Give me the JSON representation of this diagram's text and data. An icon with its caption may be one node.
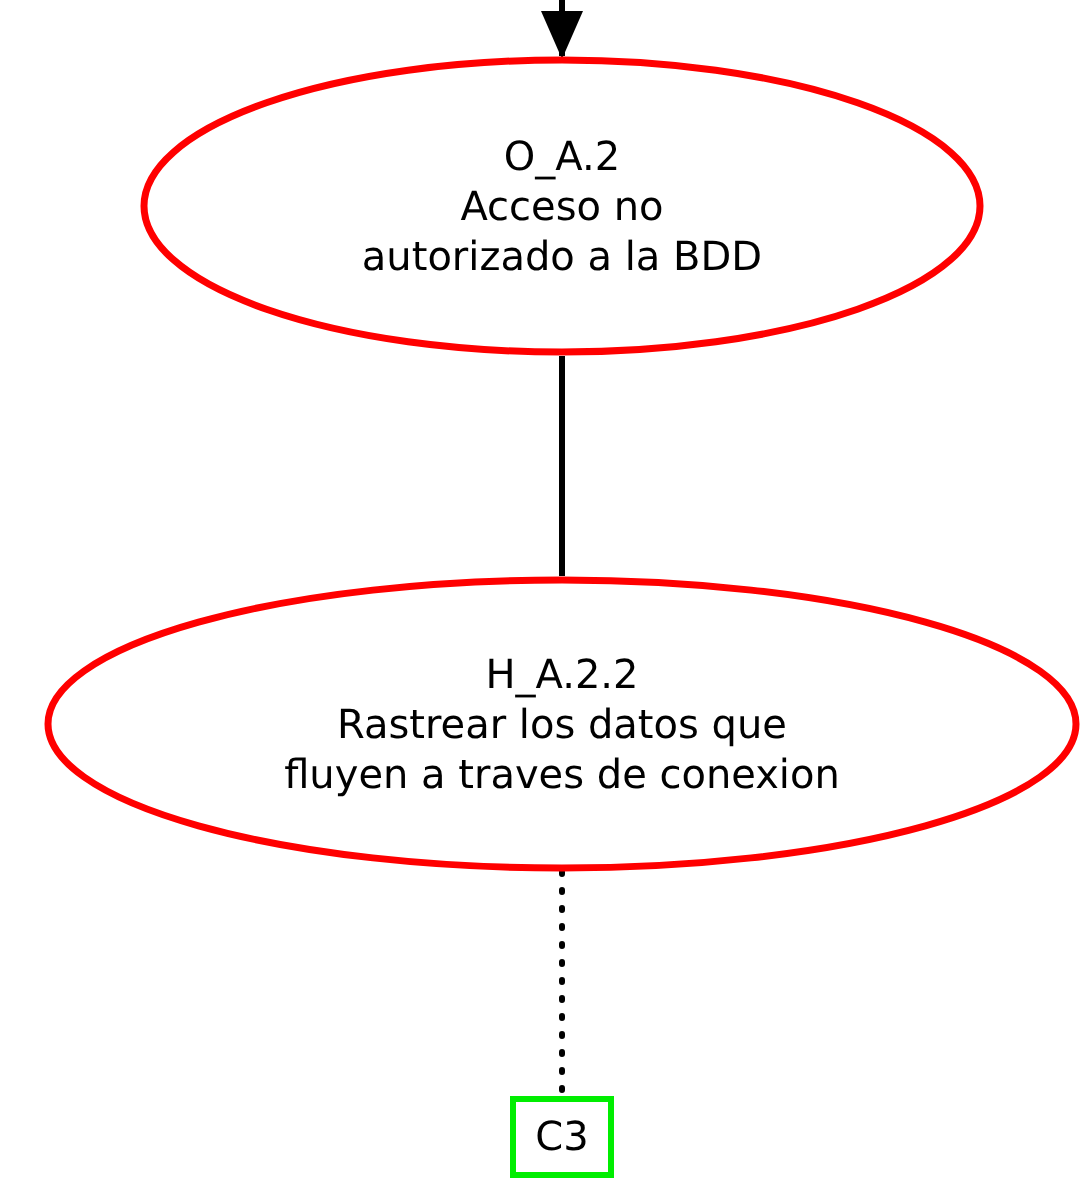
{
  "diagram": {
    "nodes": [
      {
        "text": [
          "O_A.2",
          "Acceso no autorizado a la BDD"
        ]
      },
      {
        "text": [
          "H_A.2.2",
          "Rastrear los datos que fluyen a traves de conexion"
        ]
      },
      {
        "text": [
          "C3"
        ]
      }
    ],
    "edges": [
      {
        "from": null,
        "to": 0,
        "arrow": "to"
      },
      {
        "from": 0,
        "to": 1,
        "arrow": "none"
      },
      {
        "from": 1,
        "to": 2,
        "arrow": "none",
        "style": "dashed"
      }
    ]
  }
}
